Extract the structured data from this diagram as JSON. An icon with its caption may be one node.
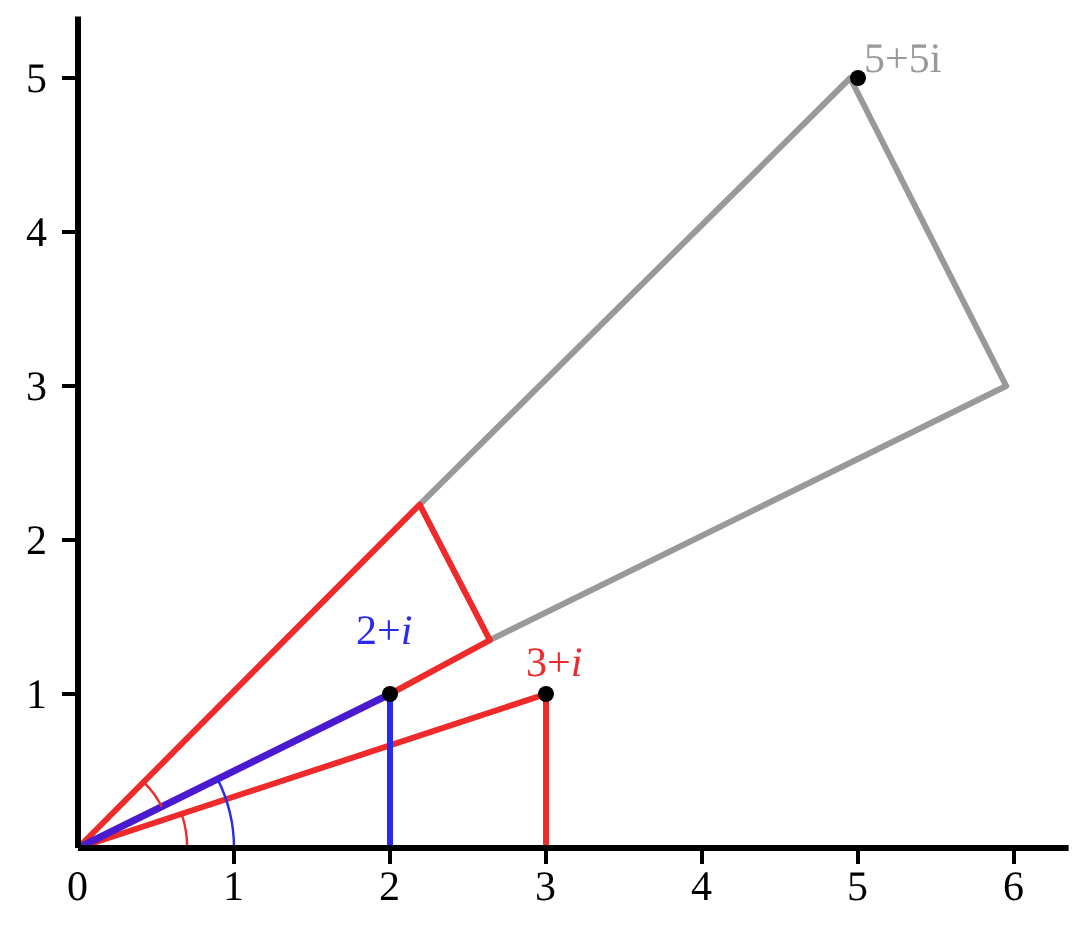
{
  "diagram": {
    "labels": [
      "5+5i",
      "5",
      "4",
      "3",
      "2",
      "2+*i*",
      "3+*i*",
      "1",
      "0",
      "1",
      "2",
      "3",
      "4",
      "5",
      "6"
    ]
  }
}
